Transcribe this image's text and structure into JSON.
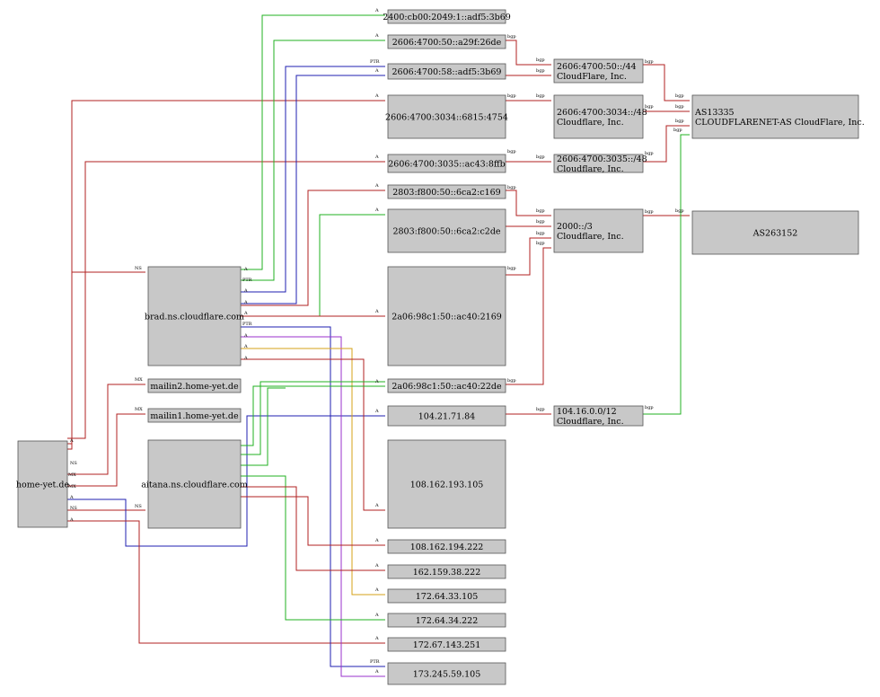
{
  "colors": {
    "ns": "#b22222",
    "a": "#b22222",
    "mx": "#b22222",
    "ptr": "#1f1fb0",
    "green": "#22b022",
    "orange": "#d4a017",
    "purple": "#9932cc",
    "node_fill": "#c8c8c8"
  },
  "nodes": {
    "root": {
      "lines": [
        "home-yet.de"
      ]
    },
    "ns1": {
      "lines": [
        "brad.ns.cloudflare.com"
      ]
    },
    "ns2": {
      "lines": [
        "aitana.ns.cloudflare.com"
      ]
    },
    "mx2": {
      "lines": [
        "mailin2.home-yet.de"
      ]
    },
    "mx1": {
      "lines": [
        "mailin1.home-yet.de"
      ]
    },
    "ip1": {
      "lines": [
        "2400:cb00:2049:1::adf5:3b69"
      ]
    },
    "ip2": {
      "lines": [
        "2606:4700:50::a29f:26de"
      ]
    },
    "ip3": {
      "lines": [
        "2606:4700:58::adf5:3b69"
      ]
    },
    "ip4": {
      "lines": [
        "2606:4700:3034::6815:4754"
      ]
    },
    "ip5": {
      "lines": [
        "2606:4700:3035::ac43:8ffb"
      ]
    },
    "ip6": {
      "lines": [
        "2803:f800:50::6ca2:c169"
      ]
    },
    "ip7": {
      "lines": [
        "2803:f800:50::6ca2:c2de"
      ]
    },
    "ip8": {
      "lines": [
        "2a06:98c1:50::ac40:2169"
      ]
    },
    "ip9": {
      "lines": [
        "2a06:98c1:50::ac40:22de"
      ]
    },
    "ip10": {
      "lines": [
        "104.21.71.84"
      ]
    },
    "ip11": {
      "lines": [
        "108.162.193.105"
      ]
    },
    "ip12": {
      "lines": [
        "108.162.194.222"
      ]
    },
    "ip13": {
      "lines": [
        "162.159.38.222"
      ]
    },
    "ip14": {
      "lines": [
        "172.64.33.105"
      ]
    },
    "ip15": {
      "lines": [
        "172.64.34.222"
      ]
    },
    "ip16": {
      "lines": [
        "172.67.143.251"
      ]
    },
    "ip17": {
      "lines": [
        "173.245.59.105"
      ]
    },
    "pfx1": {
      "lines": [
        "2606:4700:50::/44",
        "CloudFlare, Inc."
      ]
    },
    "pfx2": {
      "lines": [
        "2606:4700:3034::/48",
        "Cloudflare, Inc."
      ]
    },
    "pfx3": {
      "lines": [
        "2606:4700:3035::/48",
        "Cloudflare, Inc."
      ]
    },
    "pfx4": {
      "lines": [
        "2000::/3",
        "Cloudflare, Inc."
      ]
    },
    "pfx5": {
      "lines": [
        "104.16.0.0/12",
        "Cloudflare, Inc."
      ]
    },
    "as1": {
      "lines": [
        "AS13335",
        "CLOUDFLARENET-AS CloudFlare, Inc."
      ]
    },
    "as2": {
      "lines": [
        "AS263152"
      ]
    }
  },
  "edge_labels": {
    "a": "A",
    "ns": "NS",
    "mx": "MX",
    "ptr": "PTR",
    "bgp": "bgp"
  }
}
